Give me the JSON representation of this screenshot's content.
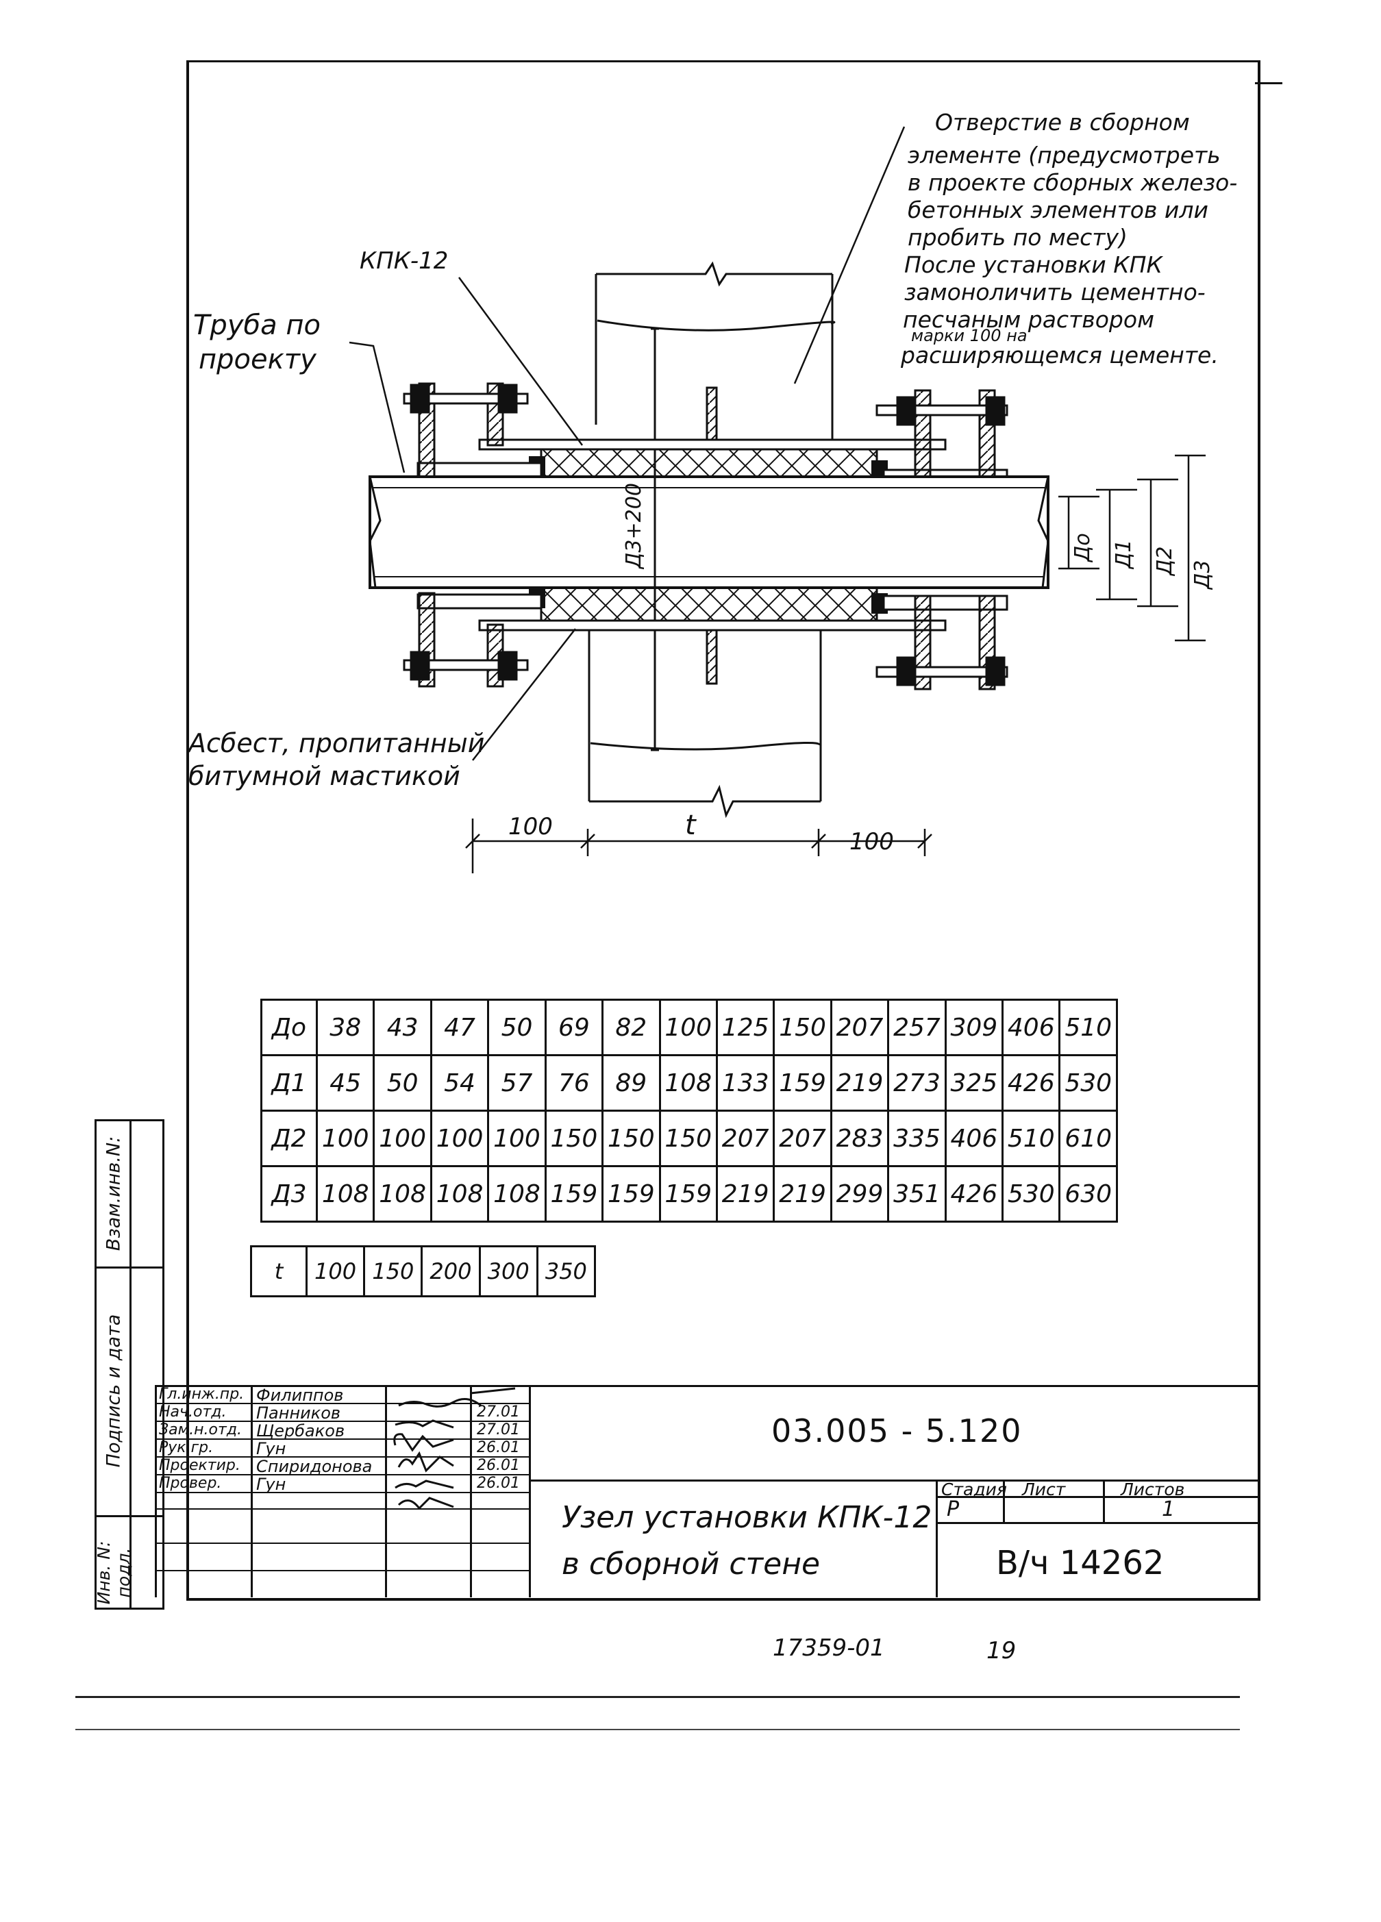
{
  "drawing": {
    "labels": {
      "kpk": "КПК-12",
      "pipe": [
        "Труба по",
        "проекту"
      ],
      "hole_note": [
        "Отверстие в сборном",
        "элементе (предусмотреть",
        "в проекте сборных железо-",
        "бетонных элементов или",
        "пробить по месту)",
        "После установки КПК",
        "замоноличить цементно-",
        "песчаным раствором",
        "марки 100 на",
        "расширяющемся цементе."
      ],
      "asbestos": [
        "Асбест, пропитанный",
        "битумной мастикой"
      ],
      "d3_200": "Д3+200",
      "d0": "До",
      "d1": "Д1",
      "d2": "Д2",
      "d3": "Д3",
      "dim_left": "100",
      "dim_mid": "t",
      "dim_right": "100"
    }
  },
  "dim_table": {
    "rows": [
      {
        "label": "До",
        "values": [
          "38",
          "43",
          "47",
          "50",
          "69",
          "82",
          "100",
          "125",
          "150",
          "207",
          "257",
          "309",
          "406",
          "510"
        ]
      },
      {
        "label": "Д1",
        "values": [
          "45",
          "50",
          "54",
          "57",
          "76",
          "89",
          "108",
          "133",
          "159",
          "219",
          "273",
          "325",
          "426",
          "530"
        ]
      },
      {
        "label": "Д2",
        "values": [
          "100",
          "100",
          "100",
          "100",
          "150",
          "150",
          "150",
          "207",
          "207",
          "283",
          "335",
          "406",
          "510",
          "610"
        ]
      },
      {
        "label": "Д3",
        "values": [
          "108",
          "108",
          "108",
          "108",
          "159",
          "159",
          "159",
          "219",
          "219",
          "299",
          "351",
          "426",
          "530",
          "630"
        ]
      }
    ]
  },
  "t_table": {
    "label": "t",
    "values": [
      "100",
      "150",
      "200",
      "300",
      "350"
    ]
  },
  "side_stamp": {
    "inv_podl": "Инв. N: подл.",
    "podpis": "Подпись и дата",
    "vzam": "Взам.инв.N:"
  },
  "title_block": {
    "code": "03.005 - 5.120",
    "title": [
      "Узел установки КПК-12",
      "в сборной стене"
    ],
    "stage_header": "Стадия",
    "sheet_header": "Лист",
    "sheets_header": "Листов",
    "stage": "Р",
    "sheet": "",
    "sheets": "1",
    "org": "В/ч 14262",
    "people": [
      {
        "role": "Гл.инж.пр.",
        "name": "Филиппов",
        "date": ""
      },
      {
        "role": "Нач.отд.",
        "name": "Панников",
        "date": "27.01"
      },
      {
        "role": "Зам.н.отд.",
        "name": "Щербаков",
        "date": "27.01"
      },
      {
        "role": "Рук.гр.",
        "name": "Гун",
        "date": "26.01"
      },
      {
        "role": "Проектир.",
        "name": "Спиридонова",
        "date": "26.01"
      },
      {
        "role": "Провер.",
        "name": "Гун",
        "date": "26.01"
      }
    ]
  },
  "footer": {
    "number": "17359-01",
    "page": "19"
  }
}
